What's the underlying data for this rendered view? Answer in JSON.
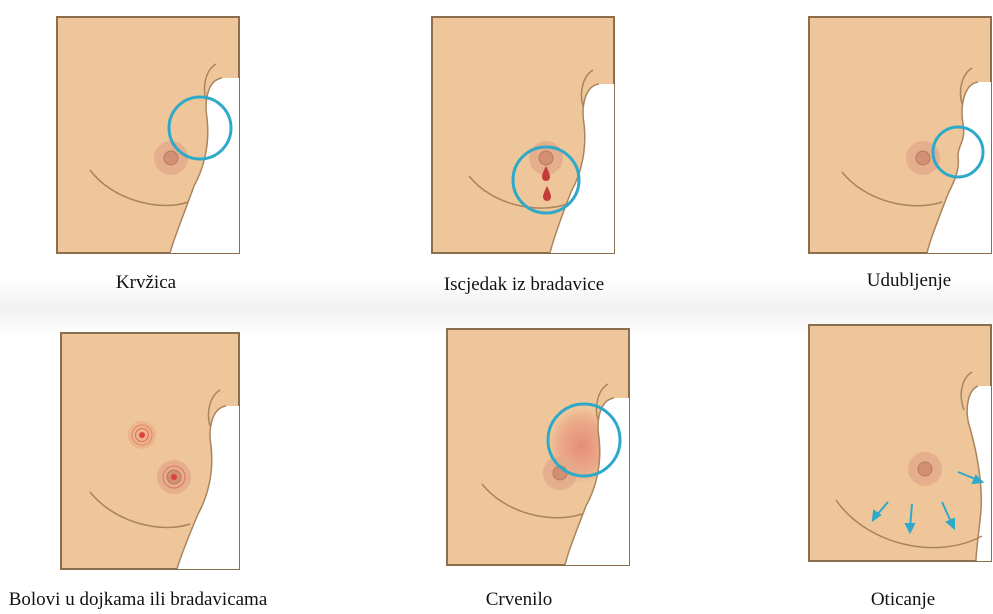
{
  "panels": [
    {
      "id": "lump",
      "caption": "Krvžica"
    },
    {
      "id": "discharge",
      "caption": "Iscjedak iz bradavice"
    },
    {
      "id": "dimpling",
      "caption": "Udubljenje"
    },
    {
      "id": "pain",
      "caption": "Bolovi u dojkama ili bradavicama"
    },
    {
      "id": "redness",
      "caption": "Crvenilo"
    },
    {
      "id": "swelling",
      "caption": "Oticanje"
    }
  ],
  "colors": {
    "skin": "#EFC699",
    "frame": "#8A6E4E",
    "outline": "#A8855F",
    "areola": "#E3A98A",
    "nipple": "#D38F73",
    "highlight": "#2EA9C9",
    "drop": "#C23A3A",
    "pain": "#D9453E",
    "redness": "#E47A6E"
  }
}
